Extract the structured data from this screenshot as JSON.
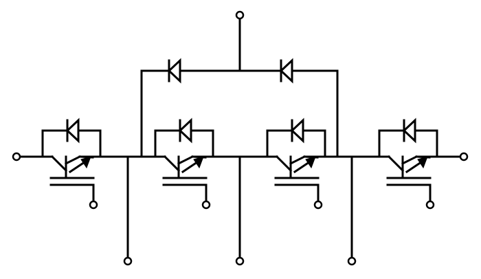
{
  "diagram": {
    "type": "circuit-schematic",
    "line_color": "#000000",
    "background": "#ffffff",
    "components": [
      {
        "kind": "igbt-with-antiparallel-diode",
        "id": "T1"
      },
      {
        "kind": "igbt-with-antiparallel-diode",
        "id": "T2"
      },
      {
        "kind": "igbt-with-antiparallel-diode",
        "id": "T3"
      },
      {
        "kind": "igbt-with-antiparallel-diode",
        "id": "T4"
      },
      {
        "kind": "clamp-diode",
        "id": "D1"
      },
      {
        "kind": "clamp-diode",
        "id": "D2"
      }
    ],
    "terminals": [
      "left-input",
      "right-output",
      "top",
      "bottom-1",
      "bottom-2",
      "bottom-3",
      "gate-1",
      "gate-2",
      "gate-3",
      "gate-4"
    ]
  }
}
